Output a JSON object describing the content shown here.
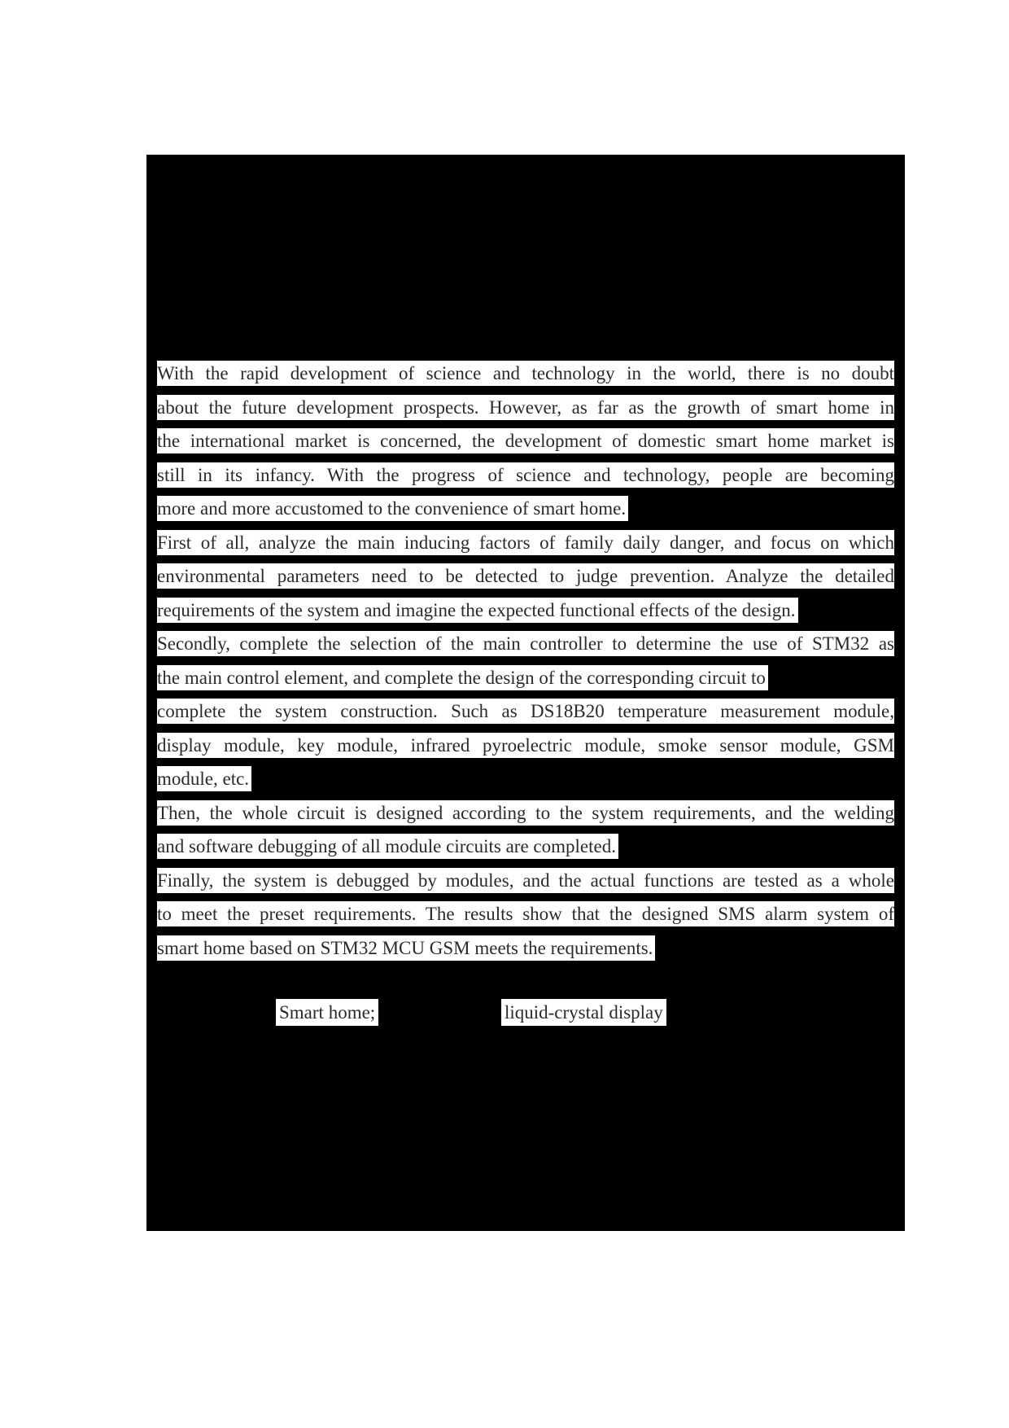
{
  "page": {
    "background_color": "#ffffff",
    "redaction_color": "#000000",
    "highlight_color": "#ffffff",
    "text_color": "#2a2a2a"
  },
  "abstract": {
    "lines": [
      {
        "text": "With the rapid development of science and technology in the world, there is no doubt"
      },
      {
        "text": "about the future development prospects. However, as far as the growth of smart home in"
      },
      {
        "text": "the international market is concerned, the development of domestic smart home market is"
      },
      {
        "text": "still in its infancy. With the progress of science and technology, people are becoming"
      },
      {
        "text": "more and more accustomed to the convenience of smart home."
      },
      {
        "text": "First of all, analyze the main inducing factors of family daily danger, and focus on which"
      },
      {
        "text": "environmental parameters need to be detected to judge prevention. Analyze the detailed"
      },
      {
        "text": "requirements of the system and imagine the expected functional effects of the design."
      },
      {
        "text": "Secondly, complete the selection of the main controller to determine the use of STM32 as"
      },
      {
        "text": "the main control element, and complete the design of the corresponding circuit to"
      },
      {
        "text": "complete the system construction. Such as DS18B20 temperature measurement module,"
      },
      {
        "text": "display module, key module, infrared pyroelectric module, smoke sensor module, GSM"
      },
      {
        "text": "module, etc."
      },
      {
        "text": "Then, the whole circuit is designed according to the system requirements, and the welding"
      },
      {
        "text": "and software debugging of all module circuits are completed."
      },
      {
        "text": "Finally, the system is debugged by modules, and the actual functions are tested as a whole"
      },
      {
        "text": "to meet the preset requirements. The results show that the designed SMS alarm system of"
      },
      {
        "text": "smart home based on STM32 MCU GSM meets the requirements."
      }
    ]
  },
  "keywords": {
    "items": [
      {
        "text": "Smart home;"
      },
      {
        "text": "liquid-crystal display"
      }
    ]
  }
}
